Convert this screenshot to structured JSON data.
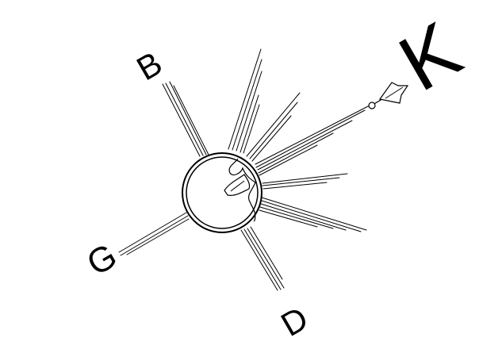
{
  "labels": {
    "b": "B",
    "g": "G",
    "d": "D",
    "k": "K"
  },
  "colors": {
    "ink": "#000000",
    "background": "#ffffff"
  },
  "icons": {
    "center": "globe-icon",
    "pointer": "arrow-icon"
  }
}
